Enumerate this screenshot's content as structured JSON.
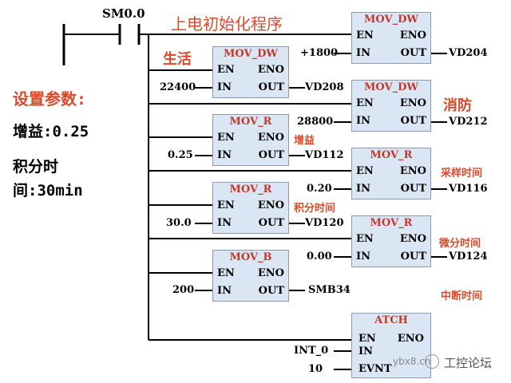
{
  "contact": {
    "name": "SM0.0"
  },
  "title": "上电初始化程序",
  "left_panel": {
    "heading": "设置参数:",
    "gain": "增益:0.25",
    "integral_1": "积分时",
    "integral_2": "间:30min"
  },
  "blocks": [
    {
      "title": "MOV_DW",
      "en": "EN",
      "eno": "ENO",
      "in": "IN",
      "out": "OUT",
      "in_value": "+1800",
      "out_value": "VD204"
    },
    {
      "title": "MOV_DW",
      "en": "EN",
      "eno": "ENO",
      "in": "IN",
      "out": "OUT",
      "in_value": "22400",
      "out_value": "VD208",
      "note": "生活"
    },
    {
      "title": "MOV_DW",
      "en": "EN",
      "eno": "ENO",
      "in": "IN",
      "out": "OUT",
      "in_value": "28800",
      "out_value": "VD212",
      "note": "消防"
    },
    {
      "title": "MOV_R",
      "en": "EN",
      "eno": "ENO",
      "in": "IN",
      "out": "OUT",
      "in_value": "0.25",
      "out_value": "VD112",
      "note": "增益"
    },
    {
      "title": "MOV_R",
      "en": "EN",
      "eno": "ENO",
      "in": "IN",
      "out": "OUT",
      "in_value": "0.20",
      "out_value": "VD116",
      "note": "采样时间"
    },
    {
      "title": "MOV_R",
      "en": "EN",
      "eno": "ENO",
      "in": "IN",
      "out": "OUT",
      "in_value": "30.0",
      "out_value": "VD120",
      "note": "积分时间"
    },
    {
      "title": "MOV_R",
      "en": "EN",
      "eno": "ENO",
      "in": "IN",
      "out": "OUT",
      "in_value": "0.00",
      "out_value": "VD124",
      "note": "微分时间"
    },
    {
      "title": "MOV_B",
      "en": "EN",
      "eno": "ENO",
      "in": "IN",
      "out": "OUT",
      "in_value": "200",
      "out_value": "SMB34",
      "note": "中断时间"
    },
    {
      "title": "ATCH",
      "en": "EN",
      "eno": "ENO",
      "in": "IN",
      "evnt": "EVNT",
      "in_value": "INT_0",
      "evnt_value": "10"
    }
  ],
  "watermark": {
    "site": "ybx8.cn",
    "brand": "工控论坛"
  }
}
